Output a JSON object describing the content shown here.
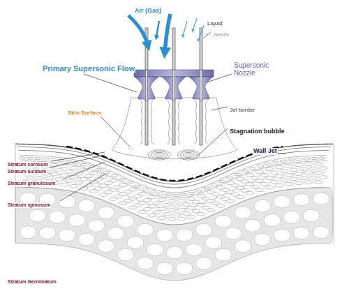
{
  "diagram": {
    "labels": [
      "Air (Gas)",
      "Liquid",
      "Needle",
      "Primary Supersonic Flow",
      "Supersonic Nozzle",
      "Skin Surface",
      "Jet border",
      "Stagnation bubble",
      "Wall Jet",
      "Stratum corneum",
      "Stratum lucidum",
      "Stratum granulosum",
      "Stratum spinosum",
      "Stratum Germinatum"
    ]
  }
}
